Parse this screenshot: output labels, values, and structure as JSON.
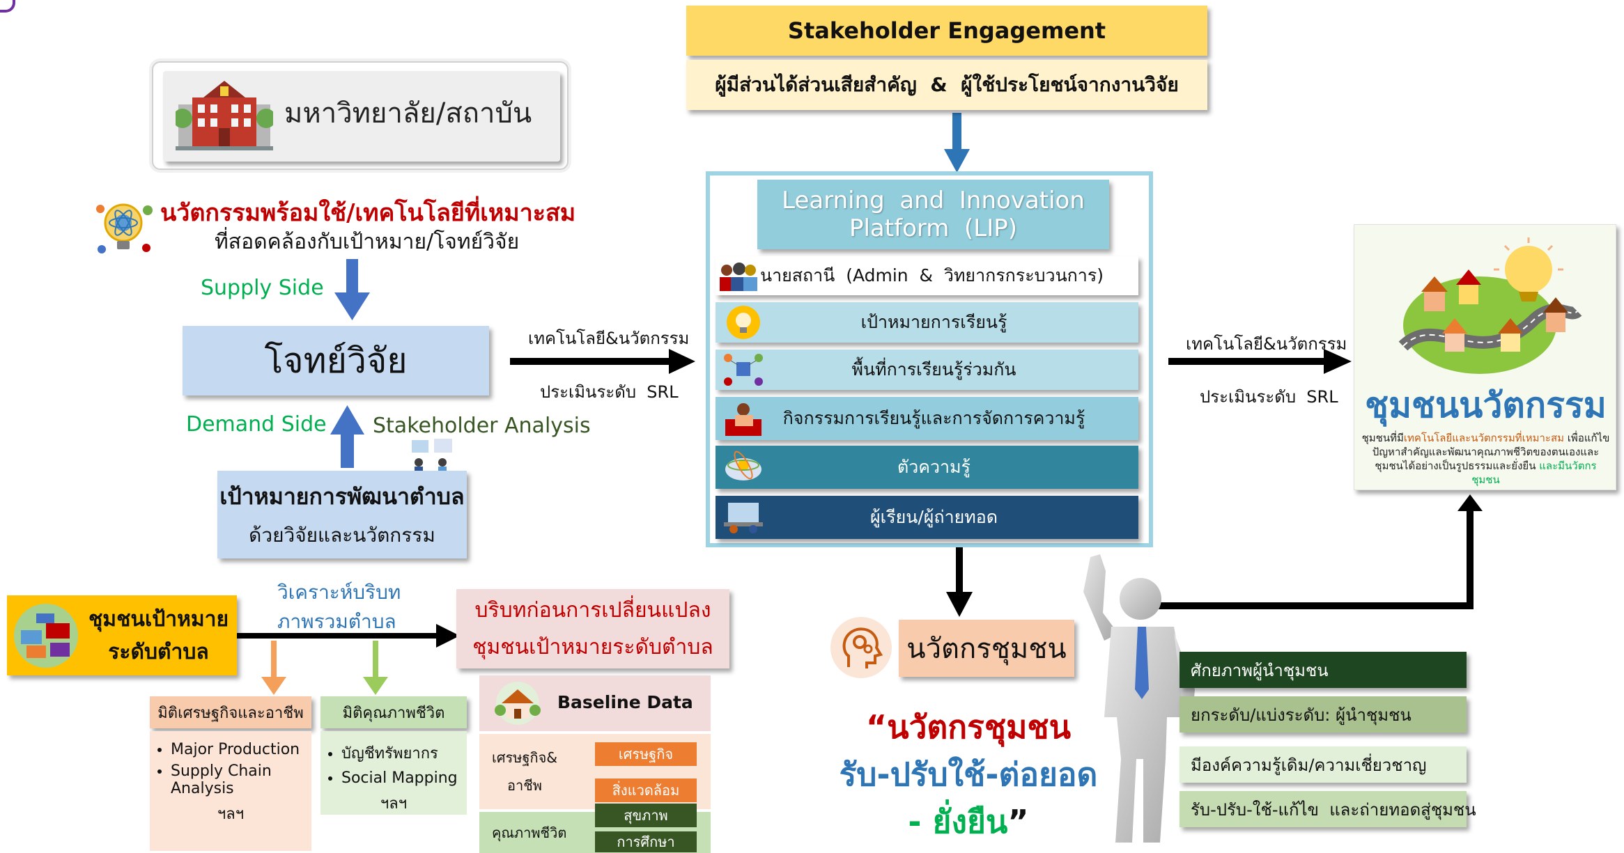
{
  "university": {
    "label": "มหาวิทยาลัย/สถาบัน"
  },
  "innovation": {
    "title": "นวัตกรรมพร้อมใช้/เทคโนโลยีที่เหมาะสม",
    "subtitle": "ที่สอดคล้องกับเป้าหมาย/โจทย์วิจัย"
  },
  "supply_side": "Supply Side",
  "research_problem": "โจทย์วิจัย",
  "demand_side": "Demand Side",
  "stakeholder_analysis": "Stakeholder Analysis",
  "subdistrict_goal": {
    "line1": "เป้าหมายการพัฒนาตำบล",
    "line2": "ด้วยวิจัยและนวัตกรรม"
  },
  "arrow_mid": {
    "top": "เทคโนโลยี&นวัตกรรม",
    "bottom": "ประเมินระดับ  SRL"
  },
  "stakeholder_engagement": {
    "title": "Stakeholder Engagement",
    "subtitle": "ผู้มีส่วนได้ส่วนเสียสำคัญ  &  ผู้ใช้ประโยชน์จากงานวิจัย"
  },
  "lip": {
    "title_line1": "Learning  and  Innovation",
    "title_line2": "Platform  (LIP)",
    "rows": [
      {
        "label": "นายสถานี  (Admin  &  วิทยากรกระบวนการ)",
        "bg": "#ffffff",
        "color": "#111111"
      },
      {
        "label": "เป้าหมายการเรียนรู้",
        "bg": "#b7dde8",
        "color": "#111111"
      },
      {
        "label": "พื้นที่การเรียนรู้ร่วมกัน",
        "bg": "#b7dde8",
        "color": "#111111"
      },
      {
        "label": "กิจกรรมการเรียนรู้และการจัดการความรู้",
        "bg": "#93cddd",
        "color": "#111111"
      },
      {
        "label": "ตัวความรู้",
        "bg": "#31859c",
        "color": "#ffffff"
      },
      {
        "label": "ผู้เรียน/ผู้ถ่ายทอด",
        "bg": "#1f4e78",
        "color": "#ffffff"
      }
    ]
  },
  "arrow_right": {
    "top": "เทคโนโลยี&นวัตกรรม",
    "bottom": "ประเมินระดับ  SRL"
  },
  "innovative_community": {
    "title": "ชุมชนนวัตกรรม",
    "desc_prefix": "ชุมชนที่มี",
    "desc_highlight1": "เทคโนโลยีและนวัตกรรมที่เหมาะสม",
    "desc_mid": " เพื่อแก้ไขปัญหาสำคัญและพัฒนาคุณภาพชีวิตของตนเองและชุมชนได้อย่างเป็นรูปธรรมและยั่งยืน ",
    "desc_highlight2": "และมีนวัตกรชุมชน"
  },
  "community_innovator": {
    "label": "นวัตกรชุมชน"
  },
  "quote": {
    "line1": "“นวัตกรชุมชน",
    "line2": "รับ-ปรับใช้-ต่อยอด",
    "line3": "- ยั่งยืน",
    "close": "”"
  },
  "leader_boxes": [
    {
      "label": "ศักยภาพผู้นำชุมชน",
      "bg": "#1e4620",
      "color": "#ffffff"
    },
    {
      "label": "ยกระดับ/แบ่งระดับ: ผู้นำชุมชน",
      "bg": "#a9c08f",
      "color": "#111111"
    },
    {
      "label": "มีองค์ความรู้เดิม/ความเชี่ยวชาญ",
      "bg": "#e2efd9",
      "color": "#111111"
    },
    {
      "label": "รับ-ปรับ-ใช้-แก้ไข  และถ่ายทอดสู่ชุมชน",
      "bg": "#c5dbb2",
      "color": "#111111"
    }
  ],
  "target_community": {
    "line1": "ชุมชนเป้าหมาย",
    "line2": "ระดับตำบล"
  },
  "context_analysis": {
    "line1": "วิเคราะห์บริบท",
    "line2": "ภาพรวมตำบล"
  },
  "context_before": {
    "line1": "บริบทก่อนการเปลี่ยนแปลง",
    "line2": "ชุมชนเป้าหมายระดับตำบล"
  },
  "economic": {
    "title": "มิติเศรษฐกิจและอาชีพ",
    "items": [
      "Major Production",
      "Supply Chain Analysis"
    ],
    "etc": "ฯลฯ"
  },
  "quality": {
    "title": "มิติคุณภาพชีวิต",
    "items": [
      "บัญชีทรัพยากร",
      "Social Mapping"
    ],
    "etc": "ฯลฯ"
  },
  "baseline": {
    "title": "Baseline Data",
    "econ_label_1": "เศรษฐกิจ&",
    "econ_label_2": "อาชีพ",
    "econ_items": [
      "เศรษฐกิจ",
      "สิ่งแวดล้อม"
    ],
    "qol_label": "คุณภาพชีวิต",
    "qol_items": [
      "สุขภาพ",
      "การศึกษา"
    ]
  }
}
